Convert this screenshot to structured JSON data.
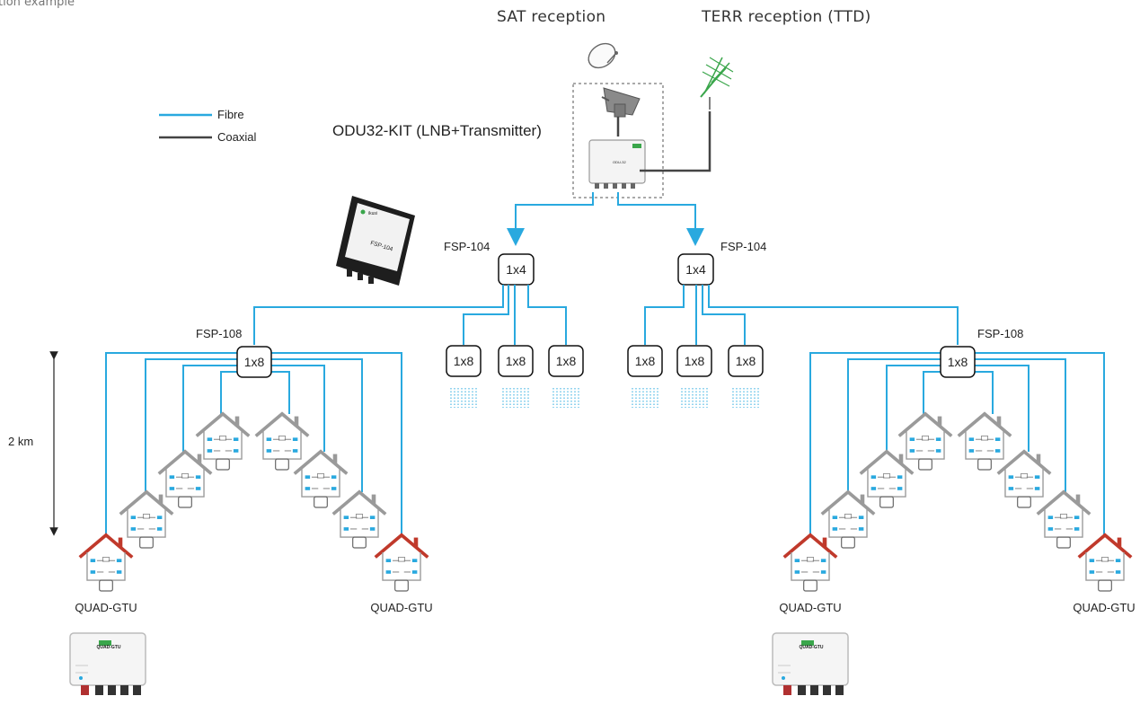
{
  "page_title": "tion example",
  "sat_label": "SAT reception",
  "terr_label": "TERR reception (TTD)",
  "odu_label": "ODU32-KIT (LNB+Transmitter)",
  "legend": {
    "fibre": "Fibre",
    "coaxial": "Coaxial"
  },
  "fsp104_label": "FSP-104",
  "fsp108_label": "FSP-108",
  "splitter_1x4": "1x4",
  "splitter_1x8": "1x8",
  "distance_label": "2 km",
  "gtu_label": "QUAD-GTU",
  "device_fsp104_text": "FSP-104",
  "device_gtu_text": "QUAD-GTU",
  "colors": {
    "fibre": "#29a9df",
    "coaxial": "#444444",
    "roof_gray": "#9a9a9a",
    "roof_red": "#c0392b",
    "device_green": "#3aa64b"
  }
}
